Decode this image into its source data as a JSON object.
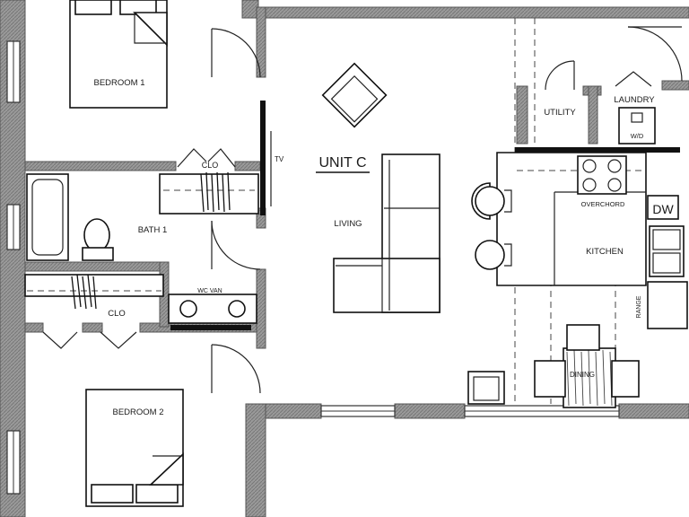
{
  "plan": {
    "unit_title": "UNIT C",
    "rooms": {
      "bedroom1": "BEDROOM 1",
      "bedroom2": "BEDROOM 2",
      "bath1": "BATH 1",
      "living": "LIVING",
      "kitchen": "KITCHEN",
      "dining": "DINING",
      "utility": "UTILITY",
      "laundry": "LAUNDRY"
    },
    "fixtures": {
      "clo_top": "CLO",
      "clo_mid": "CLO",
      "tv": "TV",
      "wc_van": "WC VAN",
      "wd": "W/D",
      "dw": "DW",
      "overchord": "OVERCHORD",
      "range": "RANGE"
    }
  }
}
